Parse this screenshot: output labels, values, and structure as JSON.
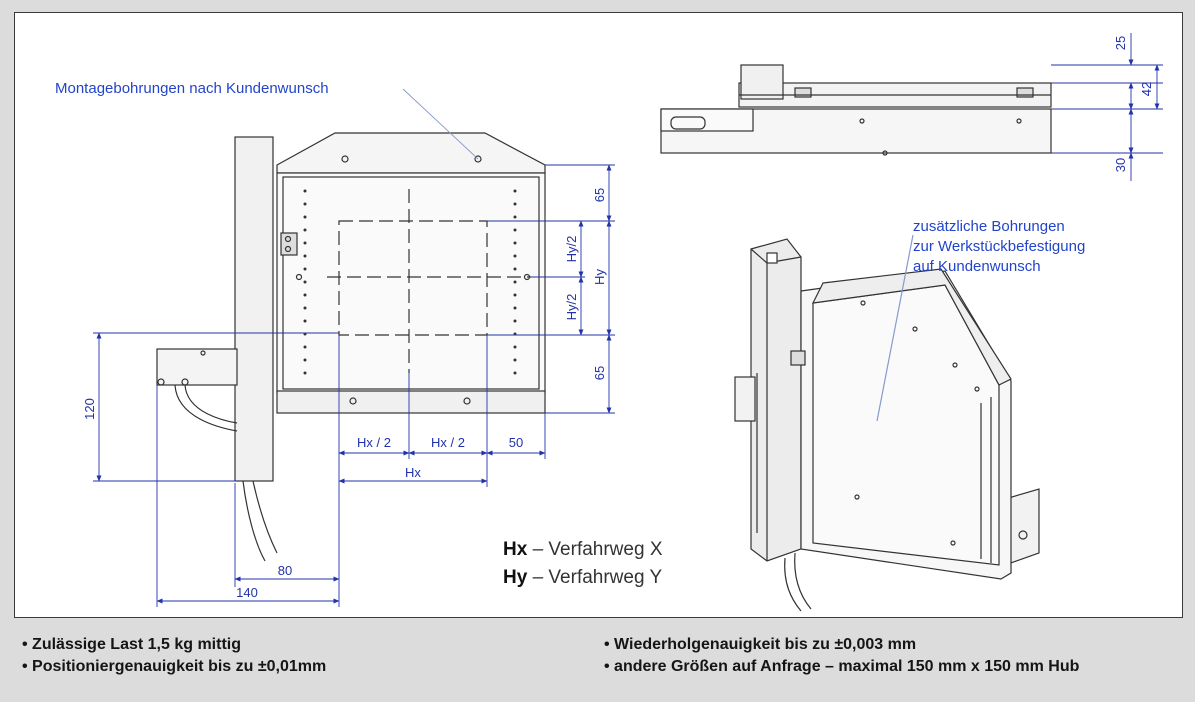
{
  "diagram": {
    "annotations": {
      "mounting_holes": "Montagebohrungen nach Kundenwunsch",
      "extra_holes_line1": "zusätzliche Bohrungen",
      "extra_holes_line2": "zur Werkstückbefestigung",
      "extra_holes_line3": "auf Kundenwunsch"
    },
    "dimensions": {
      "d65_top": "65",
      "hy_half_top": "Hy/2",
      "hy": "Hy",
      "hy_half_bottom": "Hy/2",
      "d65_bottom": "65",
      "d120": "120",
      "hx_half_left": "Hx / 2",
      "hx_half_right": "Hx / 2",
      "d50": "50",
      "hx": "Hx",
      "d80": "80",
      "d140": "140",
      "d25": "25",
      "d42": "42",
      "d30": "30"
    },
    "legend": {
      "hx_symbol": "Hx",
      "hx_text": "– Verfahrweg X",
      "hy_symbol": "Hy",
      "hy_text": "– Verfahrweg Y"
    }
  },
  "specs": {
    "left": [
      "• Zulässige Last 1,5 kg mittig",
      "• Positioniergenauigkeit bis zu ±0,01mm"
    ],
    "right": [
      "• Wiederholgenauigkeit bis zu ±0,003 mm",
      "• andere Größen auf Anfrage – maximal 150 mm x 150 mm Hub"
    ]
  }
}
